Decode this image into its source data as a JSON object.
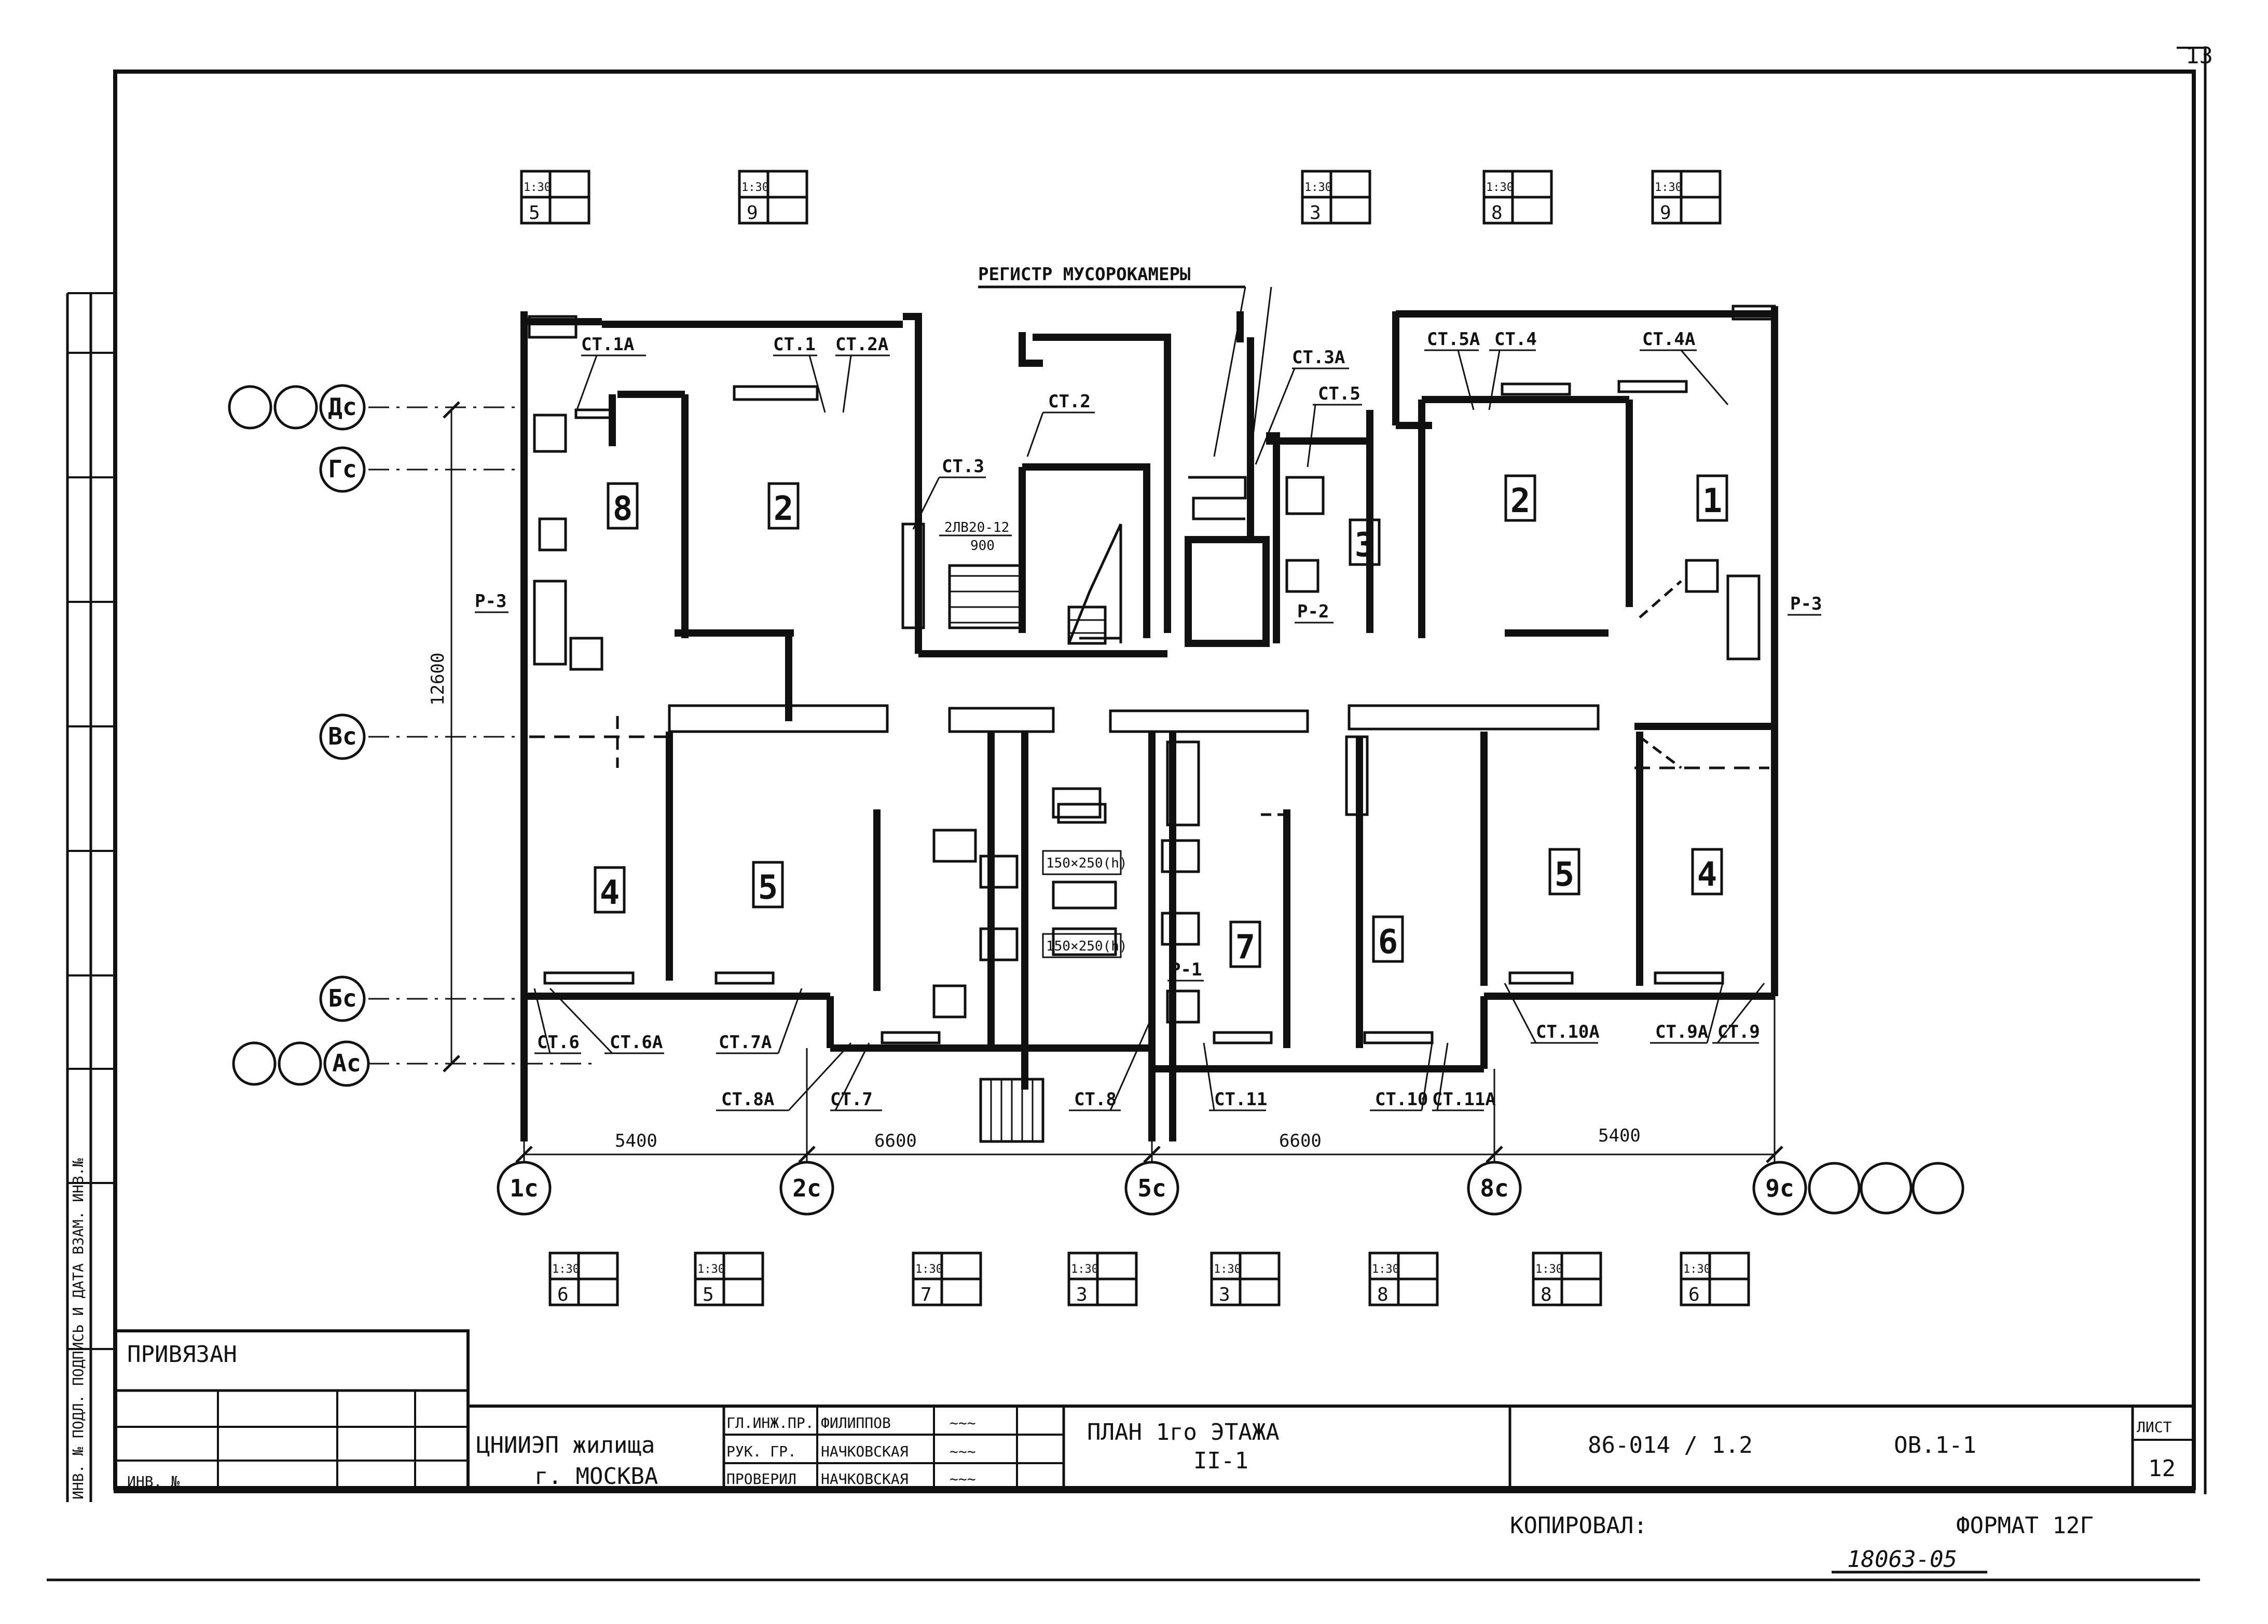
{
  "sheet": {
    "page_number": "13",
    "title_note": "РЕГИСТР МУСОРОКАМЕРЫ",
    "side_stamp": "ИНВ. № ПОДЛ. ПОДПИСЬ И ДАТА ВЗАМ. ИНВ.№",
    "bottom_left_label": "ПРИВЯЗАН",
    "inv_label": "ИНВ. №"
  },
  "title_block": {
    "org_line1": "ЦНИИЭП жилища",
    "org_line2": "г. МОСКВА",
    "roles": [
      {
        "role": "ГЛ.ИНЖ.ПР.",
        "name": "ФИЛИППОВ",
        "signature": "~~~"
      },
      {
        "role": "РУК. ГР.",
        "name": "НАЧКОВСКАЯ",
        "signature": "~~~"
      },
      {
        "role": "ПРОВЕРИЛ",
        "name": "НАЧКОВСКАЯ",
        "signature": "~~~"
      }
    ],
    "drawing_title_line1": "ПЛАН 1го ЭТАЖА",
    "drawing_title_line2": "II-1",
    "doc_number": "86-014 / 1.2",
    "sheet_code": "ОВ.1-1",
    "sheet_label": "ЛИСТ",
    "sheet_no": "12",
    "copied_label": "КОПИРОВАЛ:",
    "format_label": "ФОРМАТ 12Г",
    "archive_no": "18063-05"
  },
  "grid_axes": {
    "rows": [
      "Дс",
      "Гс",
      "Вс",
      "Бс",
      "Ас"
    ],
    "columns": [
      "1с",
      "2с",
      "5с",
      "8с",
      "9с"
    ],
    "dimensions_bottom": [
      "5400",
      "6600",
      "6600",
      "5400"
    ],
    "dimension_vertical": "12600"
  },
  "section_refs_top": [
    {
      "scale": "1:30",
      "sheet": "5"
    },
    {
      "scale": "1:30",
      "sheet": "9"
    },
    {
      "scale": "1:30",
      "sheet": "3"
    },
    {
      "scale": "1:30",
      "sheet": "8"
    },
    {
      "scale": "1:30",
      "sheet": "9"
    }
  ],
  "section_refs_bottom": [
    {
      "scale": "1:30",
      "sheet": "6"
    },
    {
      "scale": "1:30",
      "sheet": "5"
    },
    {
      "scale": "1:30",
      "sheet": "7"
    },
    {
      "scale": "1:30",
      "sheet": "3"
    },
    {
      "scale": "1:30",
      "sheet": "3"
    },
    {
      "scale": "1:30",
      "sheet": "8"
    },
    {
      "scale": "1:30",
      "sheet": "8"
    },
    {
      "scale": "1:30",
      "sheet": "6"
    }
  ],
  "rooms": [
    "8",
    "2",
    "3",
    "2",
    "1",
    "4",
    "5",
    "7",
    "6",
    "5",
    "4"
  ],
  "risers": {
    "top": [
      "СТ.1А",
      "СТ.1",
      "СТ.2А",
      "СТ.2",
      "СТ.3",
      "СТ.3А",
      "СТ.5",
      "СТ.5А",
      "СТ.4",
      "СТ.4А"
    ],
    "bottom": [
      "СТ.6",
      "СТ.6А",
      "СТ.7А",
      "СТ.8А",
      "СТ.7",
      "СТ.8",
      "СТ.11",
      "СТ.10",
      "СТ.11А",
      "СТ.10А",
      "СТ.9А",
      "СТ.9"
    ]
  },
  "equipment": {
    "radiator_note_line1": "2ЛВ20-12",
    "radiator_note_line2": "900",
    "duct_1": "150×250(h)",
    "duct_2": "150×250(h)",
    "p_labels": [
      "Р-3",
      "Р-2",
      "Р-3",
      "Р-1"
    ]
  }
}
